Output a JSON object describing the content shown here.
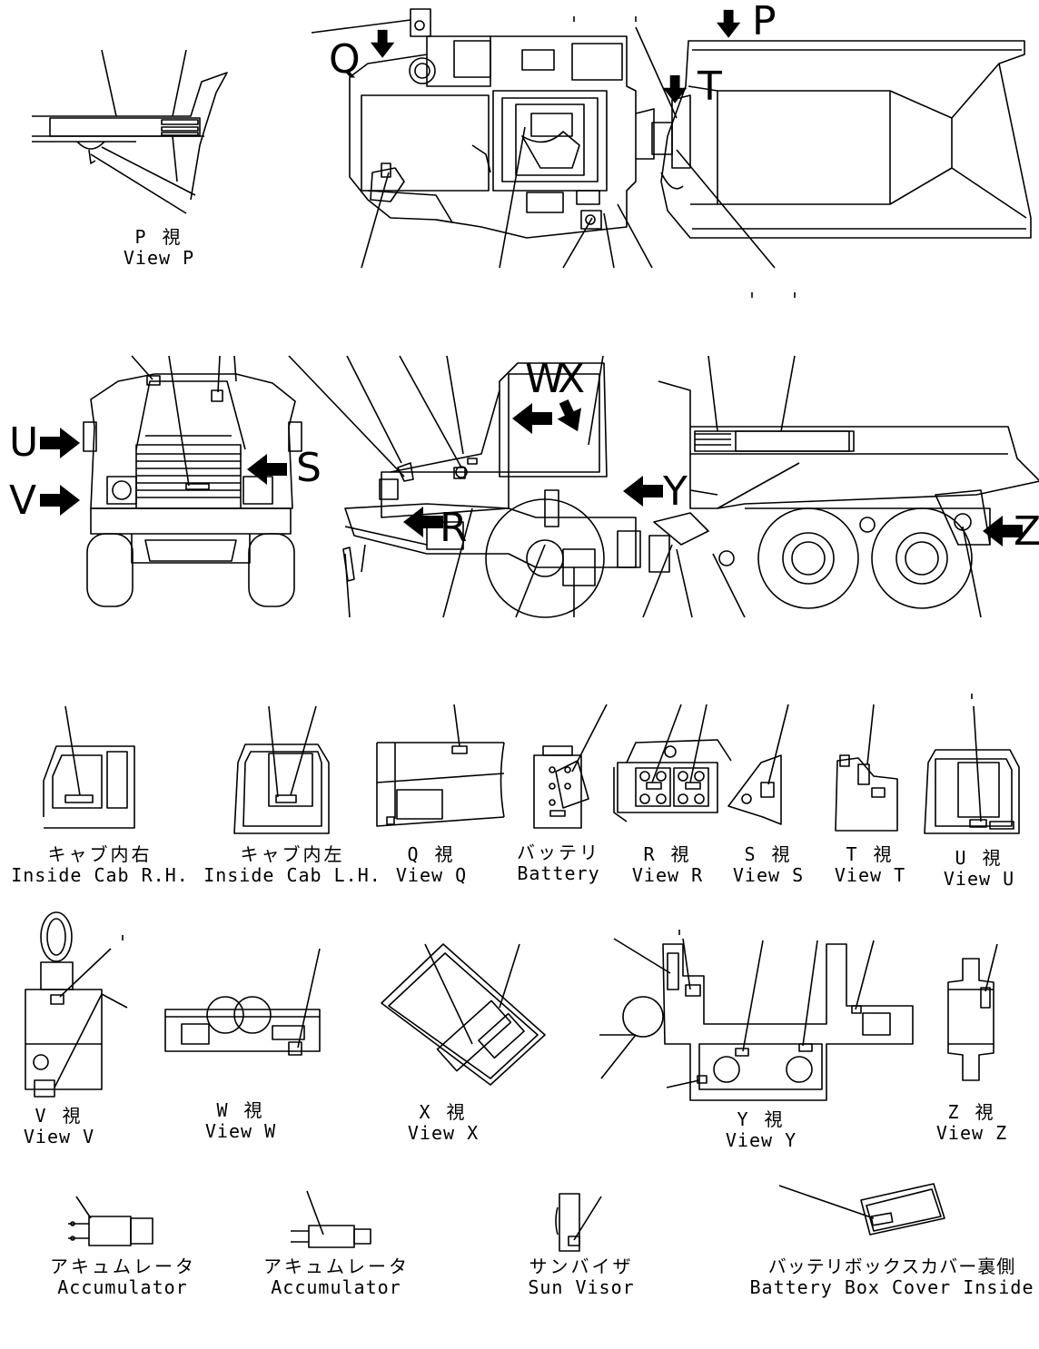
{
  "views": [
    {
      "id": "p",
      "jp": "P 視",
      "en": "View P"
    },
    {
      "id": "inside-cab-rh",
      "jp": "キャブ内右",
      "en": "Inside Cab R.H."
    },
    {
      "id": "inside-cab-lh",
      "jp": "キャブ内左",
      "en": "Inside Cab L.H."
    },
    {
      "id": "q",
      "jp": "Q 視",
      "en": "View Q"
    },
    {
      "id": "battery",
      "jp": "バッテリ",
      "en": "Battery"
    },
    {
      "id": "r",
      "jp": "R 視",
      "en": "View R"
    },
    {
      "id": "s",
      "jp": "S 視",
      "en": "View S"
    },
    {
      "id": "t",
      "jp": "T 視",
      "en": "View T"
    },
    {
      "id": "u",
      "jp": "U 視",
      "en": "View U"
    },
    {
      "id": "v",
      "jp": "V 視",
      "en": "View V"
    },
    {
      "id": "w",
      "jp": "W 視",
      "en": "View W"
    },
    {
      "id": "x",
      "jp": "X 視",
      "en": "View X"
    },
    {
      "id": "y",
      "jp": "Y 視",
      "en": "View Y"
    },
    {
      "id": "z",
      "jp": "Z 視",
      "en": "View Z"
    },
    {
      "id": "accumulator-1",
      "jp": "アキュムレータ",
      "en": "Accumulator"
    },
    {
      "id": "accumulator-2",
      "jp": "アキュムレータ",
      "en": "Accumulator"
    },
    {
      "id": "sun-visor",
      "jp": "サンバイザ",
      "en": "Sun Visor"
    },
    {
      "id": "battery-box-cover",
      "jp": "バッテリボックスカバー裏側",
      "en": "Battery Box Cover Inside"
    }
  ],
  "view_markers": {
    "p": "P",
    "q": "Q",
    "t": "T",
    "u": "U",
    "v": "V",
    "s": "S",
    "w": "W",
    "x": "X",
    "r": "R",
    "y": "Y",
    "z": "Z"
  },
  "colors": {
    "ink": "#000000",
    "paper": "#ffffff"
  }
}
